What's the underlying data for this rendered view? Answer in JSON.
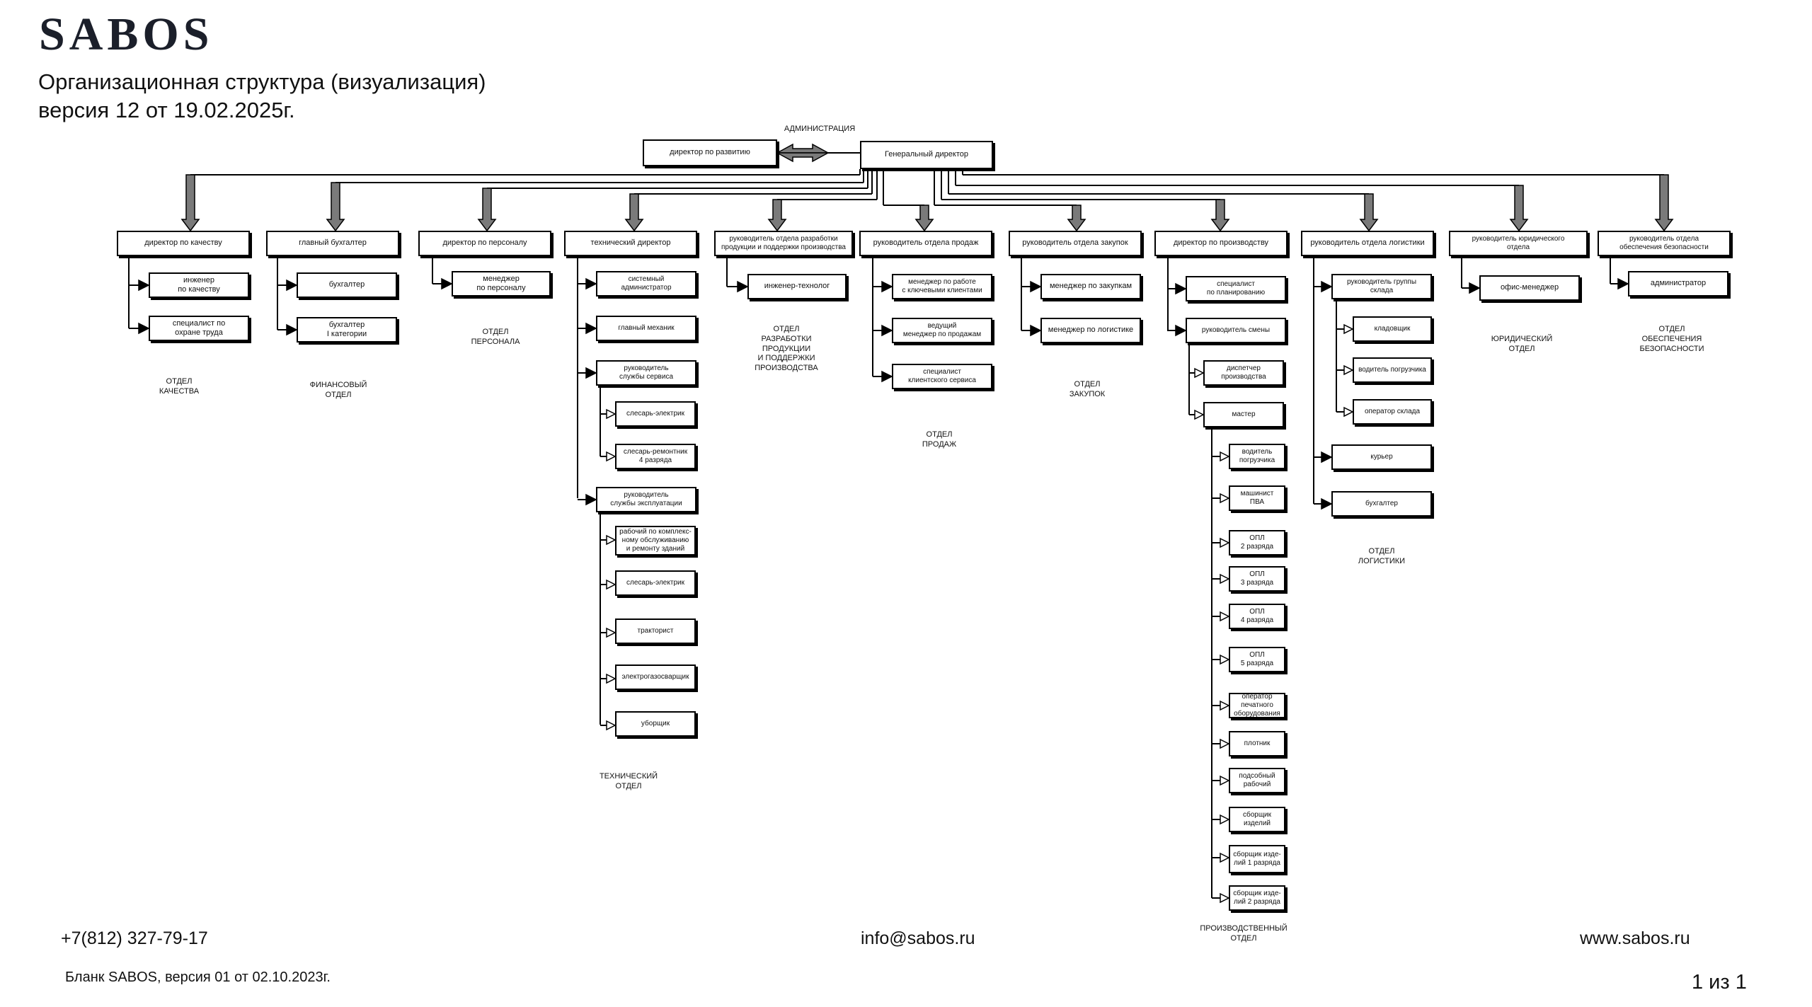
{
  "header": {
    "logo_text": "SABOS",
    "title_line1": "Организационная структура (визуализация)",
    "title_line2": "версия 12 от 19.02.2025г."
  },
  "org": {
    "admin_label": "АДМИНИСТРАЦИЯ",
    "ceo": "Генеральный директор",
    "dev_director": "директор по развитию",
    "heads": [
      "директор по качеству",
      "главный бухгалтер",
      "директор по персоналу",
      "технический директор",
      "руководитель отдела разработки\nпродукции и поддержки производства",
      "руководитель отдела продаж",
      "руководитель отдела закупок",
      "директор по производству",
      "руководитель отдела логистики",
      "руководитель юридического\nотдела",
      "руководитель отдела\nобеспечения безопасности"
    ],
    "staff": {
      "quality": [
        "инженер\nпо качеству",
        "специалист по\nохране труда"
      ],
      "finance": [
        "бухгалтер",
        "бухгалтер\nI категории"
      ],
      "personnel": [
        "менеджер\nпо персоналу"
      ],
      "tech": [
        "системный\nадминистратор",
        "главный механик",
        "руководитель\nслужбы сервиса",
        "слесарь-электрик",
        "слесарь-ремонтник\n4 разряда",
        "руководитель\nслужбы эксплуатации",
        "рабочий по комплекс-\nному обслуживанию\nи ремонту зданий",
        "слесарь-электрик",
        "тракторист",
        "электрогазосварщик",
        "уборщик"
      ],
      "rnd": [
        "инженер-технолог"
      ],
      "sales": [
        "менеджер по работе\nс ключевыми клиентами",
        "ведущий\nменеджер по продажам",
        "специалист\nклиентского сервиса"
      ],
      "purchase": [
        "менеджер по закупкам",
        "менеджер по логистике"
      ],
      "production": [
        "специалист\nпо планированию",
        "руководитель смены",
        "диспетчер\nпроизводства",
        "мастер",
        "водитель\nпогрузчика",
        "машинист\nПВА",
        "ОПЛ\n2 разряда",
        "ОПЛ\n3 разряда",
        "ОПЛ\n4 разряда",
        "ОПЛ\n5 разряда",
        "оператор\nпечатного\nоборудования",
        "плотник",
        "подсобный\nрабочий",
        "сборщик\nизделий",
        "сборщик изде-\nлий 1 разряда",
        "сборщик изде-\nлий 2 разряда"
      ],
      "logistics": [
        "руководитель группы\nсклада",
        "кладовщик",
        "водитель погрузчика",
        "оператор склада",
        "курьер",
        "бухгалтер"
      ],
      "legal": [
        "офис-менеджер"
      ],
      "security": [
        "администратор"
      ]
    },
    "dept_labels": [
      "ОТДЕЛ КАЧЕСТВА",
      "ФИНАНСОВЫЙ ОТДЕЛ",
      "ОТДЕЛ ПЕРСОНАЛА",
      "ТЕХНИЧЕСКИЙ ОТДЕЛ",
      "ОТДЕЛ РАЗРАБОТКИ ПРОДУКЦИИ\nИ ПОДДЕРЖКИ ПРОИЗВОДСТВА",
      "ОТДЕЛ ПРОДАЖ",
      "ОТДЕЛ ЗАКУПОК",
      "ПРОИЗВОДСТВЕННЫЙ ОТДЕЛ",
      "ОТДЕЛ ЛОГИСТИКИ",
      "ЮРИДИЧЕСКИЙ ОТДЕЛ",
      "ОТДЕЛ\nОБЕСПЕЧЕНИЯ БЕЗОПАСНОСТИ"
    ]
  },
  "footer": {
    "phone": "+7(812) 327-79-17",
    "email": "info@sabos.ru",
    "website": "www.sabos.ru",
    "blank": "Бланк SABOS, версия 01 от 02.10.2023г.",
    "page": "1 из 1"
  },
  "colors": {
    "arrow_gray": "#7a7a7a",
    "line": "#000000"
  }
}
